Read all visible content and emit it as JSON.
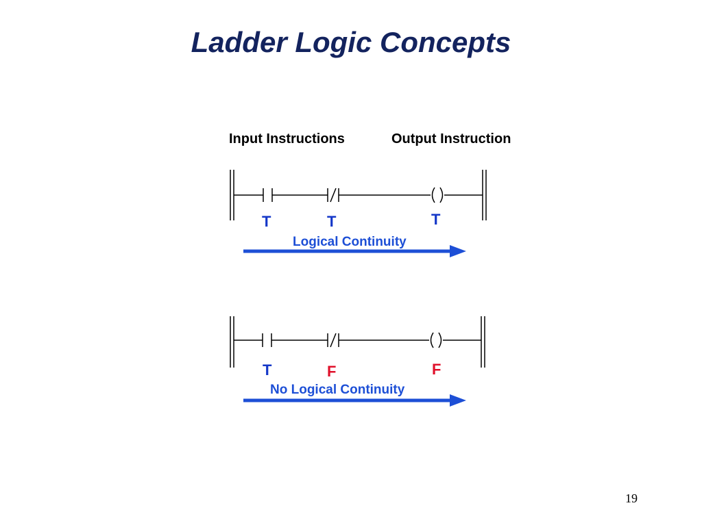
{
  "title": "Ladder Logic Concepts",
  "headers": {
    "input": "Input Instructions",
    "output": "Output Instruction"
  },
  "rungs": [
    {
      "contact1_state": "T",
      "contact2_state": "T",
      "coil_state": "T",
      "continuity_label": "Logical Continuity"
    },
    {
      "contact1_state": "T",
      "contact2_state": "F",
      "coil_state": "F",
      "continuity_label": "No Logical Continuity"
    }
  ],
  "symbols": {
    "contact_no": "| |",
    "contact_nc": "|/|",
    "coil": "( )"
  },
  "colors": {
    "title": "#13235e",
    "true_state": "#1437c8",
    "false_state": "#e0102a",
    "arrow": "#1d4fd6"
  },
  "page_number": "19"
}
